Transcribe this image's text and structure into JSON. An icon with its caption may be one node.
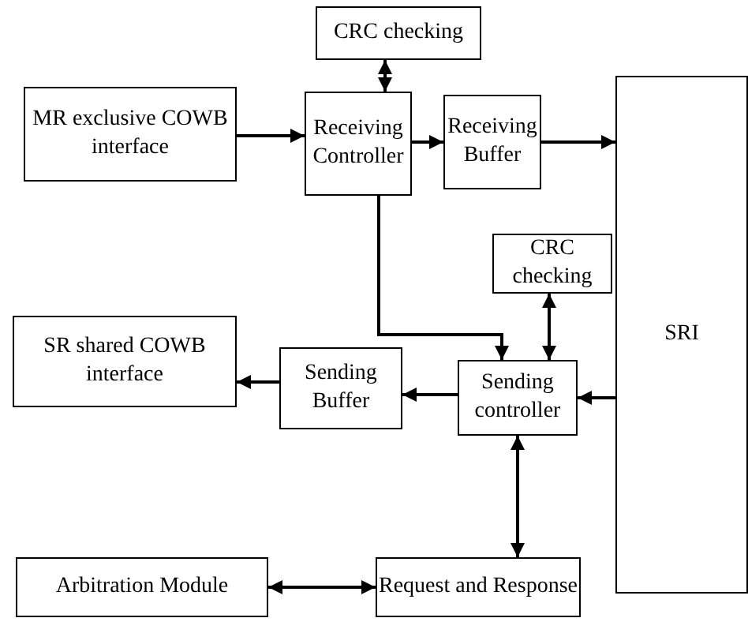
{
  "diagram": {
    "nodes": [
      {
        "text": [
          "CRC checking"
        ]
      },
      {
        "text": [
          "MR exclusive COWB interface"
        ]
      },
      {
        "text": [
          "Receiving Controller"
        ]
      },
      {
        "text": [
          "Receiving Buffer"
        ]
      },
      {
        "text": [
          "SRI"
        ]
      },
      {
        "text": [
          "CRC checking"
        ]
      },
      {
        "text": [
          "SR shared COWB interface"
        ]
      },
      {
        "text": [
          "Sending Buffer"
        ]
      },
      {
        "text": [
          "Sending controller"
        ]
      },
      {
        "text": [
          "Arbitration Module"
        ]
      },
      {
        "text": [
          "Request and Response"
        ]
      }
    ],
    "edges": [
      {
        "from": 0,
        "to": 2,
        "arrow": "both"
      },
      {
        "from": 1,
        "to": 2,
        "arrow": "to"
      },
      {
        "from": 2,
        "to": 3,
        "arrow": "to"
      },
      {
        "from": 3,
        "to": 4,
        "arrow": "to"
      },
      {
        "from": 2,
        "to": 8,
        "arrow": "to"
      },
      {
        "from": 5,
        "to": 8,
        "arrow": "both"
      },
      {
        "from": 4,
        "to": 8,
        "arrow": "to"
      },
      {
        "from": 8,
        "to": 7,
        "arrow": "to"
      },
      {
        "from": 7,
        "to": 6,
        "arrow": "to"
      },
      {
        "from": 8,
        "to": 10,
        "arrow": "both"
      },
      {
        "from": 9,
        "to": 10,
        "arrow": "both"
      }
    ]
  }
}
